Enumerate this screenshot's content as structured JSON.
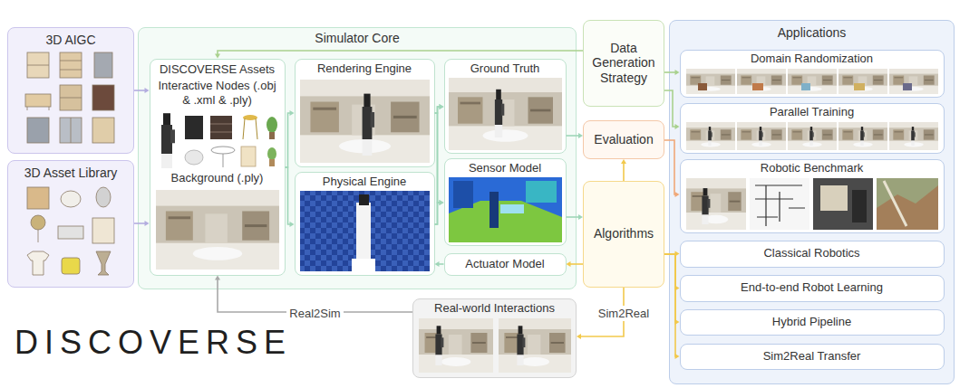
{
  "diagram": {
    "nodes": [
      {
        "text": [
          "3D AIGC"
        ]
      },
      {
        "text": [
          "3D Asset Library"
        ]
      },
      {
        "text": [
          "Simulator Core"
        ]
      },
      {
        "text": [
          "DISCOVERSE Assets",
          "Interactive Nodes (.obj & .xml & .ply)",
          "Background (.ply)"
        ],
        "in": 2
      },
      {
        "text": [
          "Rendering Engine"
        ],
        "in": 2
      },
      {
        "text": [
          "Physical Engine"
        ],
        "in": 2
      },
      {
        "text": [
          "Ground Truth"
        ],
        "in": 2
      },
      {
        "text": [
          "Sensor Model"
        ],
        "in": 2
      },
      {
        "text": [
          "Actuator Model"
        ],
        "in": 2
      },
      {
        "text": [
          "Data Generation Strategy"
        ]
      },
      {
        "text": [
          "Evaluation"
        ]
      },
      {
        "text": [
          "Algorithms"
        ]
      },
      {
        "text": [
          "Real-world Interactions"
        ]
      },
      {
        "text": [
          "Applications"
        ]
      },
      {
        "text": [
          "Domain Randomization"
        ],
        "in": 13
      },
      {
        "text": [
          "Parallel Training"
        ],
        "in": 13
      },
      {
        "text": [
          "Robotic Benchmark"
        ],
        "in": 13
      },
      {
        "text": [
          "Classical Robotics"
        ],
        "in": 13
      },
      {
        "text": [
          "End-to-end Robot Learning"
        ],
        "in": 13
      },
      {
        "text": [
          "Hybrid Pipeline"
        ],
        "in": 13
      },
      {
        "text": [
          "Sim2Real Transfer"
        ],
        "in": 13
      }
    ],
    "edges": [
      {
        "from": 0,
        "to": 3,
        "arrow": "to"
      },
      {
        "from": 1,
        "to": 3,
        "arrow": "to"
      },
      {
        "from": 3,
        "to": 4,
        "arrow": "to"
      },
      {
        "from": 3,
        "to": 5,
        "arrow": "to"
      },
      {
        "from": 4,
        "to": 6,
        "arrow": "to"
      },
      {
        "from": 4,
        "to": 7,
        "arrow": "to"
      },
      {
        "from": 5,
        "to": 6,
        "arrow": "to"
      },
      {
        "from": 5,
        "to": 7,
        "arrow": "to"
      },
      {
        "from": 9,
        "to": 3,
        "arrow": "to"
      },
      {
        "from": 9,
        "to": 14,
        "arrow": "to"
      },
      {
        "from": 9,
        "to": 15,
        "arrow": "to"
      },
      {
        "from": 6,
        "to": 10,
        "arrow": "to"
      },
      {
        "from": 7,
        "to": 11,
        "arrow": "to"
      },
      {
        "from": 11,
        "to": 10,
        "arrow": "to"
      },
      {
        "from": 11,
        "to": 8,
        "arrow": "to"
      },
      {
        "from": 8,
        "to": 5,
        "arrow": "to"
      },
      {
        "from": 10,
        "to": 16,
        "arrow": "to"
      },
      {
        "from": 11,
        "to": 17,
        "arrow": "to"
      },
      {
        "from": 11,
        "to": 18,
        "arrow": "to"
      },
      {
        "from": 11,
        "to": 19,
        "arrow": "to"
      },
      {
        "from": 11,
        "to": 20,
        "arrow": "to"
      },
      {
        "from": 11,
        "to": 12,
        "label": "Sim2Real",
        "arrow": "to"
      },
      {
        "from": 12,
        "to": 3,
        "label": "Real2Sim",
        "arrow": "to"
      }
    ],
    "labels": [
      "DISCOVERSE"
    ]
  }
}
